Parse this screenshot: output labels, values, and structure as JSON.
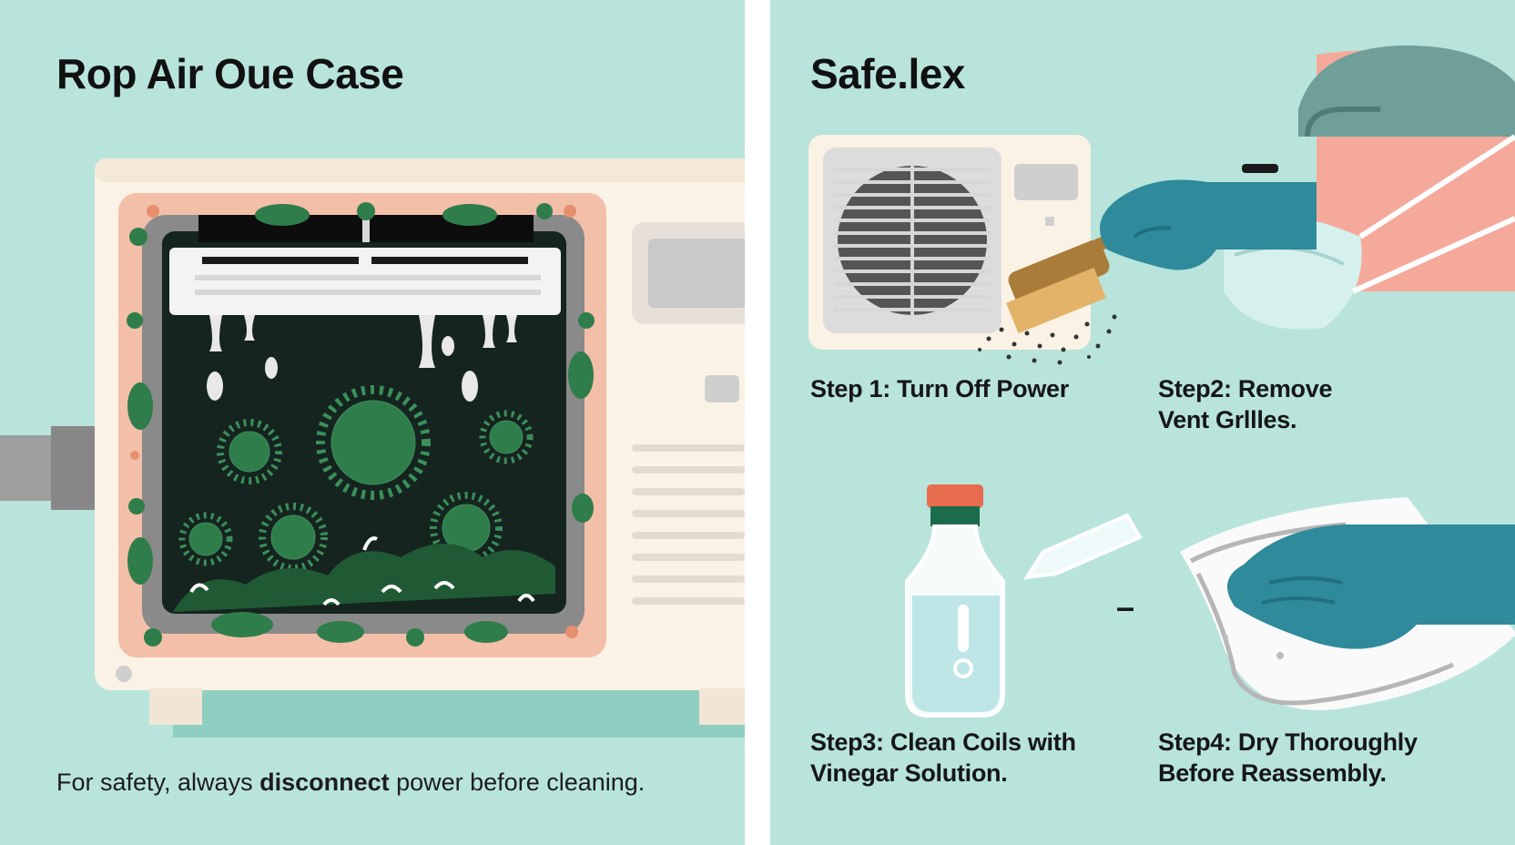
{
  "left_panel": {
    "title": "Rop Air Oue Case",
    "caption_before": "For safety, always ",
    "caption_bold": "disconnect",
    "caption_after": " power before cleaning."
  },
  "right_panel": {
    "title": "Safe.lex",
    "steps": [
      {
        "line1": "Step 1: Turn Off Power",
        "line2": ""
      },
      {
        "line1": "Step2: Remove",
        "line2": "Vent Grllles."
      },
      {
        "line1": "Step3: Clean Coils with",
        "line2": "Vinegar Solution."
      },
      {
        "line1": "Step4: Dry Thoroughly",
        "line2": "Before Reassembly."
      }
    ],
    "separator": "–"
  },
  "colors": {
    "background": "#b8e4dc",
    "mold": "#3b8f5a",
    "dark_interior": "#15241f",
    "glove": "#2f8a9c",
    "case": "#fbf2e6"
  }
}
